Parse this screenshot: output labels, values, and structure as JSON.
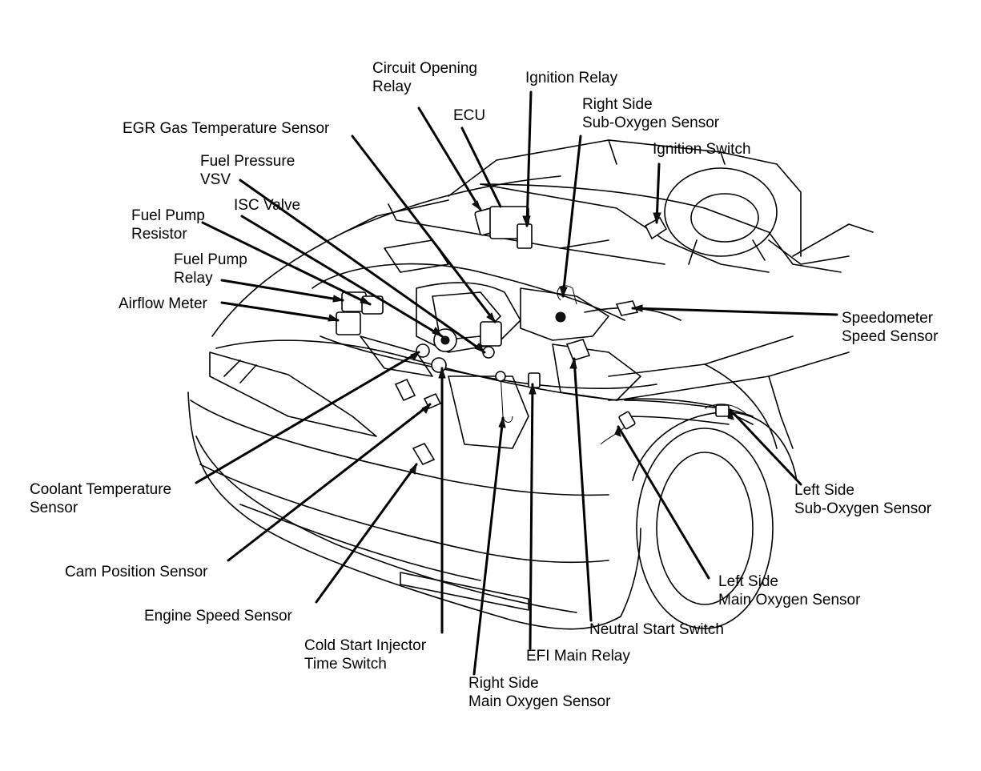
{
  "labels": {
    "circuit_opening_relay": [
      "Circuit Opening",
      "Relay"
    ],
    "ignition_relay": [
      "Ignition Relay"
    ],
    "ecu": [
      "ECU"
    ],
    "right_side_sub_oxygen_sensor": [
      "Right Side",
      "Sub-Oxygen Sensor"
    ],
    "egr_gas_temperature_sensor": [
      "EGR Gas Temperature Sensor"
    ],
    "ignition_switch": [
      "Ignition Switch"
    ],
    "fuel_pressure_vsv": [
      "Fuel Pressure",
      "VSV"
    ],
    "isc_valve": [
      "ISC Valve"
    ],
    "fuel_pump_resistor": [
      "Fuel Pump",
      "Resistor"
    ],
    "fuel_pump_relay": [
      "Fuel Pump",
      "Relay"
    ],
    "airflow_meter": [
      "Airflow Meter"
    ],
    "speedometer_speed_sensor": [
      "Speedometer",
      "Speed Sensor"
    ],
    "coolant_temperature_sensor": [
      "Coolant Temperature",
      "Sensor"
    ],
    "left_side_sub_oxygen_sensor": [
      "Left Side",
      "Sub-Oxygen Sensor"
    ],
    "cam_position_sensor": [
      "Cam Position Sensor"
    ],
    "left_side_main_oxygen_sensor": [
      "Left Side",
      "Main Oxygen Sensor"
    ],
    "engine_speed_sensor": [
      "Engine Speed Sensor"
    ],
    "neutral_start_switch": [
      "Neutral Start Switch"
    ],
    "cold_start_injector_time_switch": [
      "Cold Start Injector",
      "Time Switch"
    ],
    "efi_main_relay": [
      "EFI Main Relay"
    ],
    "right_side_main_oxygen_sensor": [
      "Right Side",
      "Main Oxygen Sensor"
    ]
  }
}
